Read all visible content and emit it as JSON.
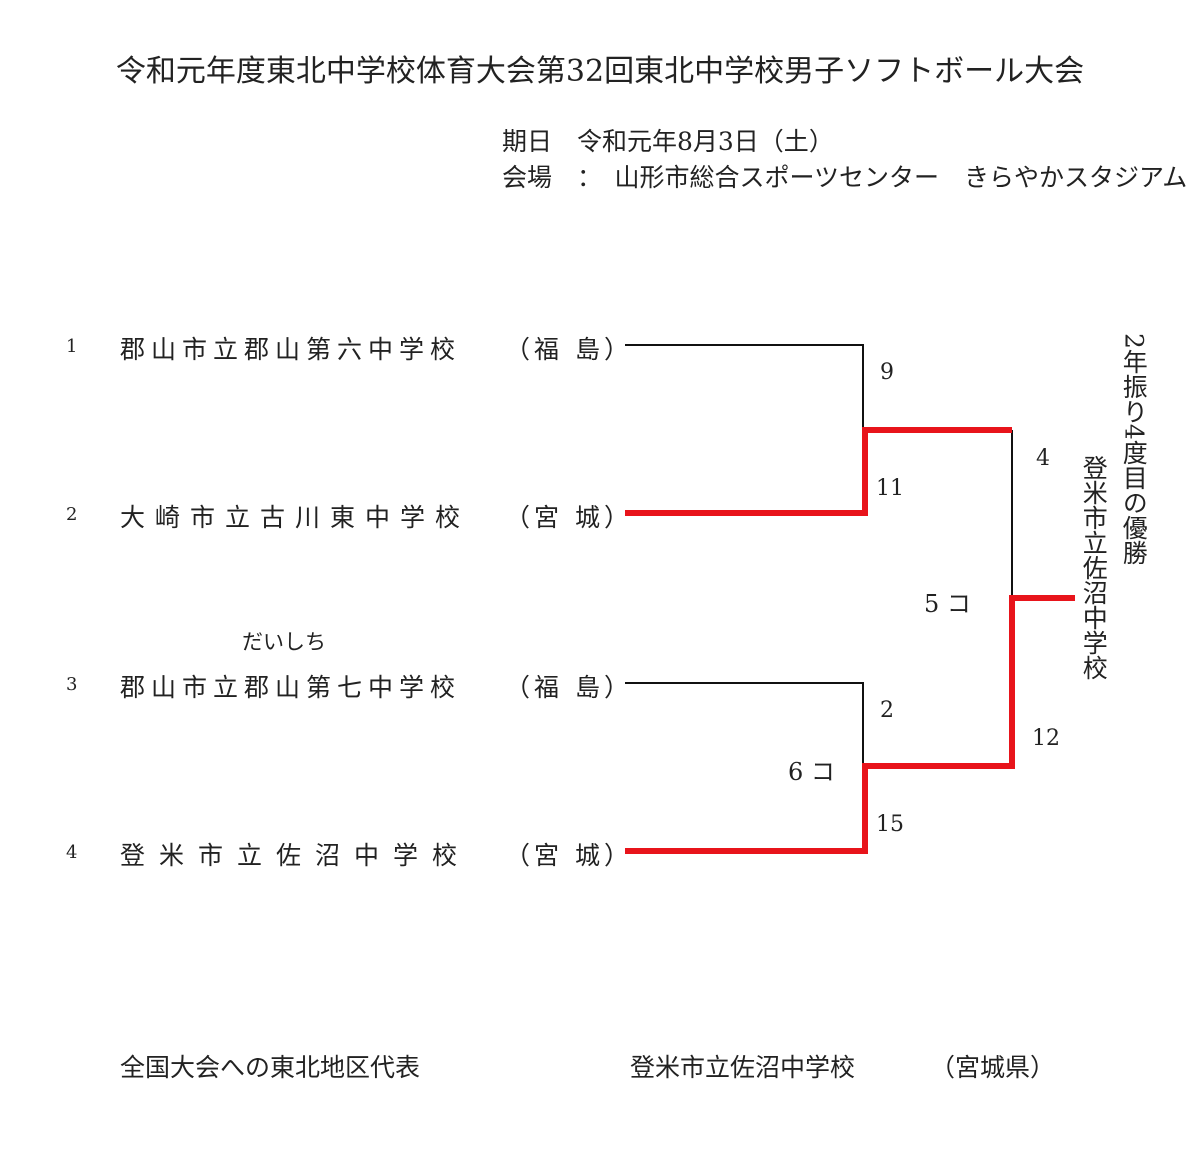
{
  "title": "令和元年度東北中学校体育大会第32回東北中学校男子ソフトボール大会",
  "date_line": "期日　令和元年8月3日（土）",
  "venue_line": "会場　：　山形市総合スポーツセンター　きらやかスタジアム",
  "teams": [
    {
      "seed": "1",
      "name": "郡山市立郡山第六中学校",
      "prefecture": "（福 島）",
      "reading": ""
    },
    {
      "seed": "2",
      "name": "大崎市立古川東中学校",
      "prefecture": "（宮 城）",
      "reading": ""
    },
    {
      "seed": "3",
      "name": "郡山市立郡山第七中学校",
      "prefecture": "（福 島）",
      "reading": "だいしち"
    },
    {
      "seed": "4",
      "name": "登米市立佐沼中学校",
      "prefecture": "（宮 城）",
      "reading": ""
    }
  ],
  "scores": {
    "semi1_team1": "9",
    "semi1_team2": "11",
    "semi2_team3": "2",
    "semi2_team4": "15",
    "semi2_note": "6 コ",
    "final_top": "4",
    "final_bottom": "12",
    "final_note": "5 コ"
  },
  "champion": "登米市立佐沼中学校",
  "champion_note": "2年振り4度目の優勝",
  "footer": {
    "label": "全国大会への東北地区代表",
    "team": "登米市立佐沼中学校",
    "prefecture": "（宮城県）"
  },
  "colors": {
    "winner_line": "#e8141b",
    "line": "#111111"
  }
}
